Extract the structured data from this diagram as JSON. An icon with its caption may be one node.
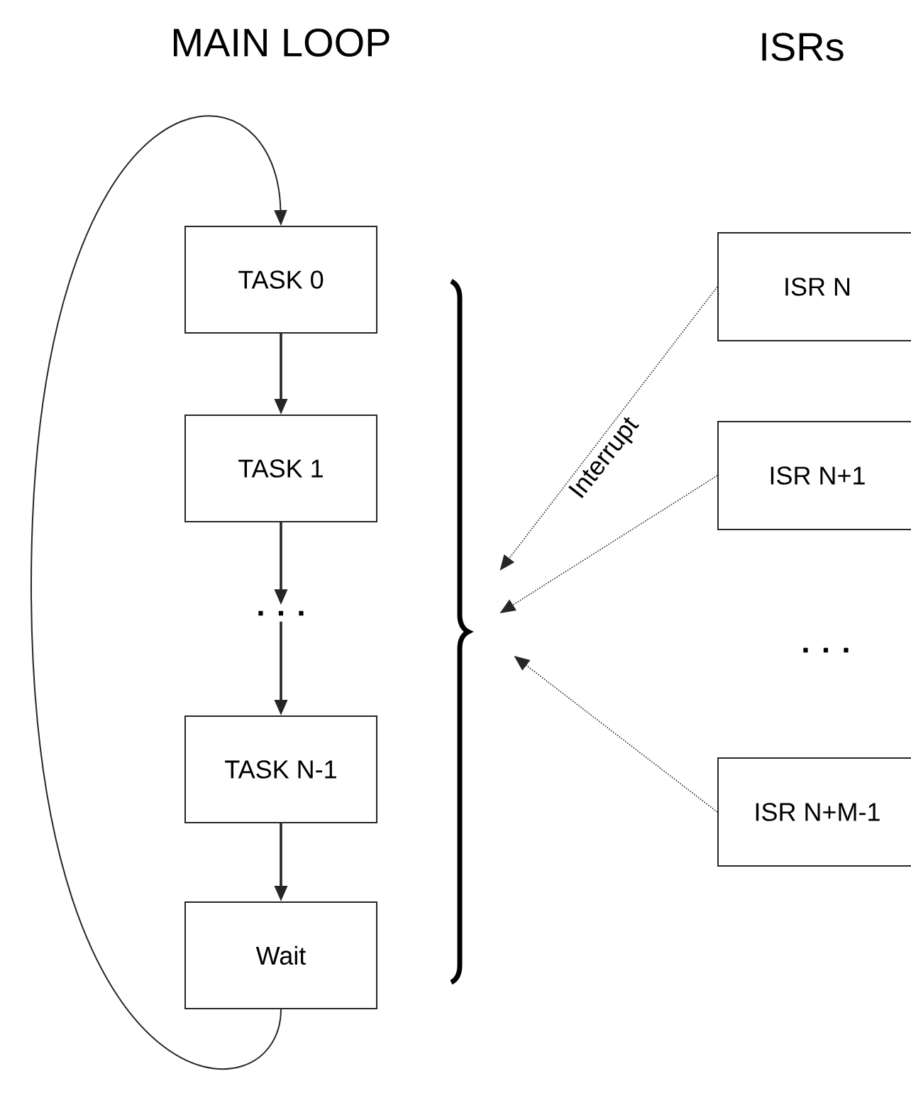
{
  "diagram": {
    "nodes": [
      {
        "text": [
          "TASK 0"
        ]
      },
      {
        "text": [
          "TASK 1"
        ]
      },
      {
        "text": [
          ". . ."
        ]
      },
      {
        "text": [
          "TASK N-1"
        ]
      },
      {
        "text": [
          "Wait"
        ]
      },
      {
        "text": [],
        "shape": "brace"
      },
      {
        "text": [
          "ISR N"
        ]
      },
      {
        "text": [
          "ISR N+1"
        ]
      },
      {
        "text": [
          "ISR N+M-1"
        ]
      }
    ],
    "edges": [
      {
        "from": 0,
        "to": 1,
        "arrow": "to"
      },
      {
        "from": 1,
        "to": 2,
        "arrow": "to"
      },
      {
        "from": 2,
        "to": 3,
        "arrow": "to"
      },
      {
        "from": 3,
        "to": 4,
        "arrow": "to"
      },
      {
        "from": 4,
        "to": 0,
        "arrow": "to"
      },
      {
        "from": 6,
        "to": 5,
        "arrow": "to",
        "style": "dashed",
        "label": "Interrupt"
      },
      {
        "from": 7,
        "to": 5,
        "arrow": "to",
        "style": "dashed"
      },
      {
        "from": 8,
        "to": 5,
        "arrow": "to",
        "style": "dashed"
      }
    ],
    "labels": [
      "MAIN LOOP",
      "ISRs",
      ". . ."
    ]
  }
}
